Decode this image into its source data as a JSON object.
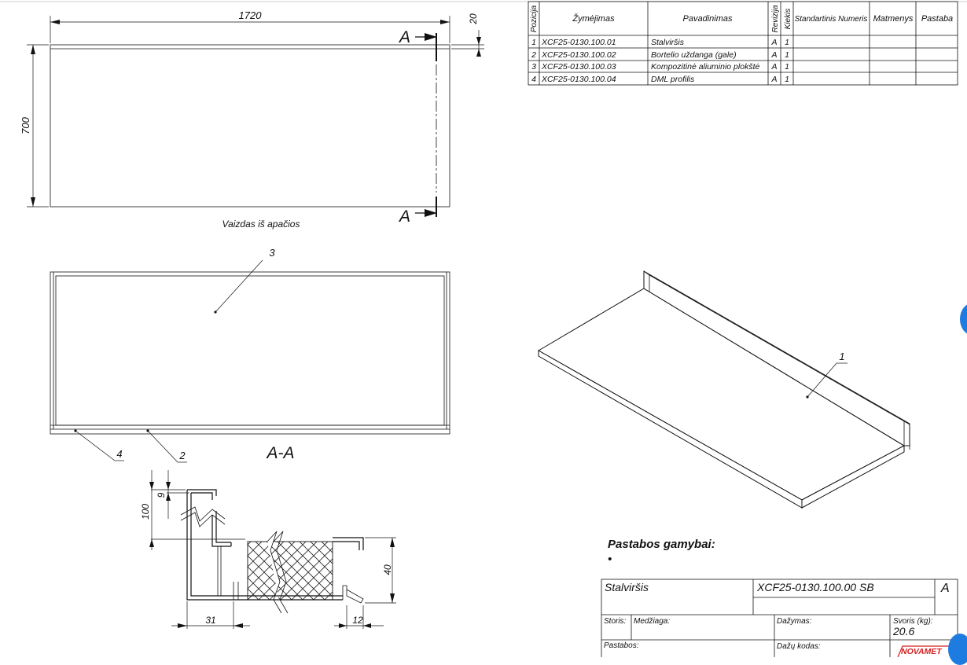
{
  "bom": {
    "headers": {
      "position": "Pozicija",
      "designation": "Žymėjimas",
      "name": "Pavadinimas",
      "revision": "Revizija",
      "quantity": "Kiekis",
      "standard": "Standartinis Numeris",
      "dimensions": "Matmenys",
      "note": "Pastaba"
    },
    "rows": [
      {
        "pos": "1",
        "code": "XCF25-0130.100.01",
        "name": "Stalviršis",
        "rev": "A",
        "qty": "1"
      },
      {
        "pos": "2",
        "code": "XCF25-0130.100.02",
        "name": "Bortelio uždanga (gale)",
        "rev": "A",
        "qty": "1"
      },
      {
        "pos": "3",
        "code": "XCF25-0130.100.03",
        "name": "Kompozitinė aliuminio plokštė",
        "rev": "A",
        "qty": "1"
      },
      {
        "pos": "4",
        "code": "XCF25-0130.100.04",
        "name": "DML profilis",
        "rev": "A",
        "qty": "1"
      }
    ]
  },
  "bottom_view": {
    "width_dim": "1720",
    "height_dim": "700",
    "thickness_dim": "20",
    "section_mark": "A",
    "caption": "Vaizdas iš apačios"
  },
  "section_view": {
    "title": "A-A",
    "callouts": [
      "3",
      "4",
      "2"
    ]
  },
  "detail": {
    "dims": {
      "h100": "100",
      "h9": "9",
      "h40": "40",
      "w31": "31",
      "w12": "12"
    }
  },
  "iso": {
    "callout": "1"
  },
  "notes": {
    "title": "Pastabos gamybai:",
    "bullet": "•"
  },
  "title_block": {
    "part_name": "Stalviršis",
    "drawing_number": "XCF25-0130.100.00 SB",
    "revision": "A",
    "thickness_label": "Storis:",
    "material_label": "Medžiaga:",
    "paint_label": "Dažymas:",
    "weight_label": "Svoris (kg):",
    "weight_value": "20.6",
    "notes_label": "Pastabos:",
    "paint_code_label": "Dažų kodas:",
    "logo_text": "NOVAMET"
  },
  "colors": {
    "ink": "#111111",
    "accent": "#1e7be0",
    "logo": "#d42020"
  }
}
